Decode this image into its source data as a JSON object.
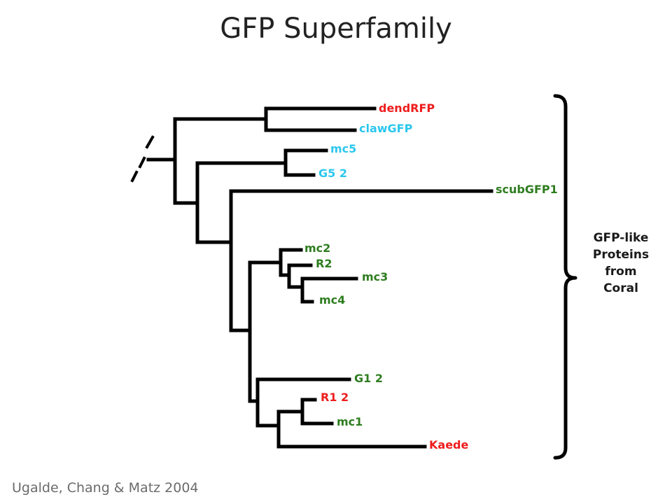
{
  "title": "GFP Superfamily",
  "colors": {
    "branch": "#000000",
    "red": "#ee1c1c",
    "cyan": "#2cc7ee",
    "green": "#2e7d1f",
    "bracket_label": "#1a1a1a",
    "citation": "#6b6b6b"
  },
  "leaves": [
    {
      "label": "dendRFP",
      "color": "red"
    },
    {
      "label": "clawGFP",
      "color": "cyan"
    },
    {
      "label": "mc5",
      "color": "cyan"
    },
    {
      "label": "G5 2",
      "color": "cyan"
    },
    {
      "label": "scubGFP1",
      "color": "green"
    },
    {
      "label": "mc2",
      "color": "green"
    },
    {
      "label": "R2",
      "color": "green"
    },
    {
      "label": "mc3",
      "color": "green"
    },
    {
      "label": "mc4",
      "color": "green"
    },
    {
      "label": "G1 2",
      "color": "green"
    },
    {
      "label": "R1 2",
      "color": "red"
    },
    {
      "label": "mc1",
      "color": "green"
    },
    {
      "label": "Kaede",
      "color": "red"
    }
  ],
  "bracket_label": [
    "GFP-like",
    "Proteins",
    "from",
    "Coral"
  ],
  "citation": "Ugalde, Chang & Matz  2004"
}
